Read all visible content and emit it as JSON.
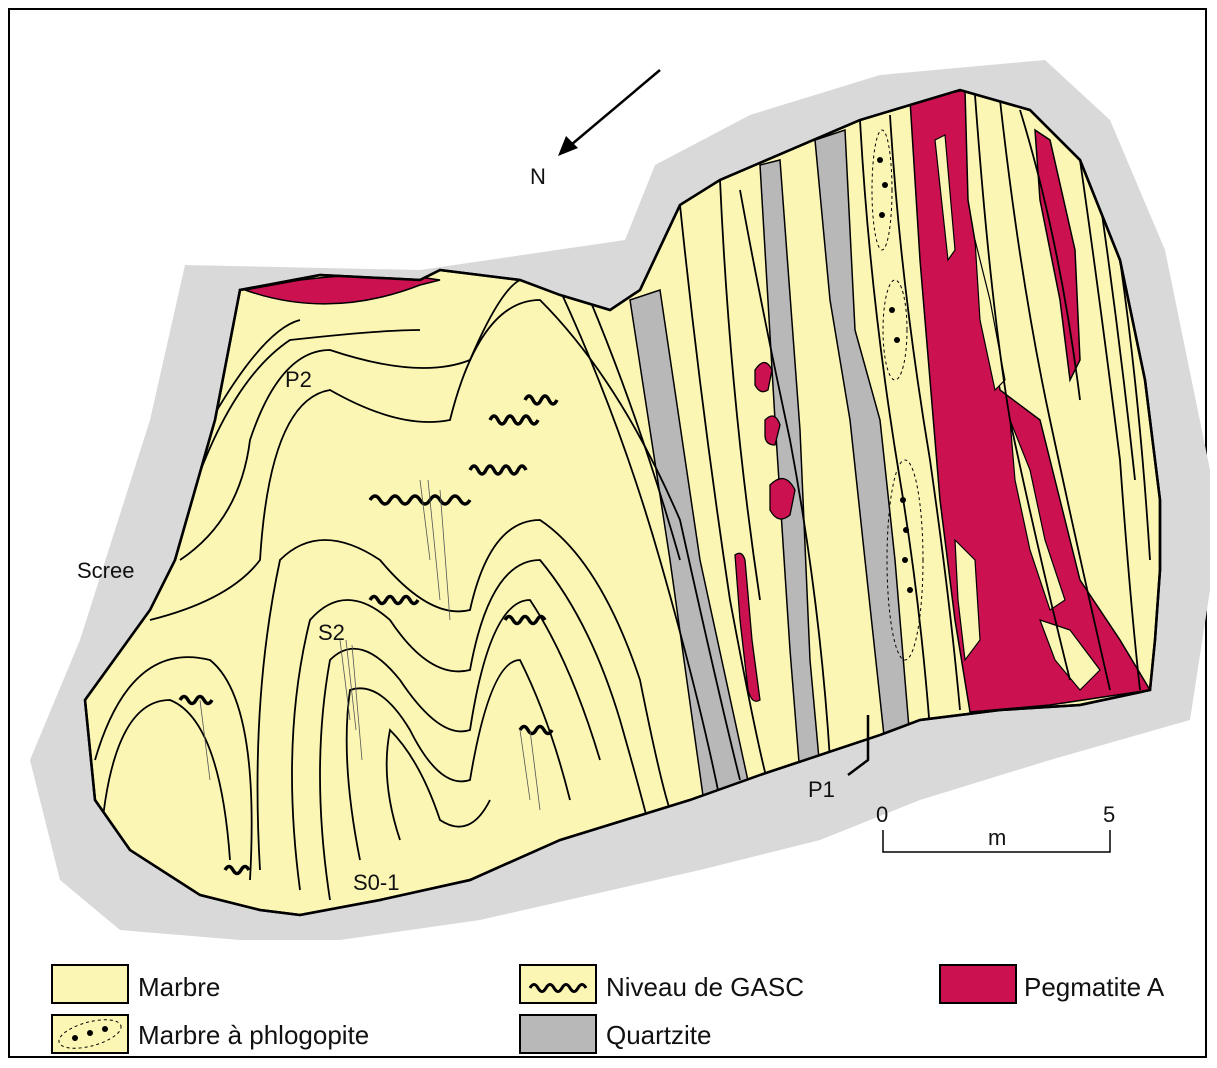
{
  "compass": {
    "label": "N"
  },
  "map_labels": {
    "scree": "Scree",
    "p2": "P2",
    "s2": "S2",
    "s01": "S0-1",
    "p1": "P1"
  },
  "scale_bar": {
    "start": "0",
    "end": "5",
    "unit": "m"
  },
  "legend": [
    {
      "label": "Marbre",
      "color": "#fbf6b4",
      "pattern": "plain"
    },
    {
      "label": "Marbre à phlogopite",
      "color": "#fbf6b4",
      "pattern": "dotted-ellipse"
    },
    {
      "label": "Niveau de GASC",
      "color": "#fbf6b4",
      "pattern": "wavy-line"
    },
    {
      "label": "Quartzite",
      "color": "#b8b8b8",
      "pattern": "plain"
    },
    {
      "label": "Pegmatite A",
      "color": "#cc1150",
      "pattern": "plain"
    }
  ],
  "colors": {
    "scree": "#d9d9d9",
    "marbre": "#fbf6b4",
    "quartzite": "#b8b8b8",
    "pegmatite": "#cc1150"
  }
}
